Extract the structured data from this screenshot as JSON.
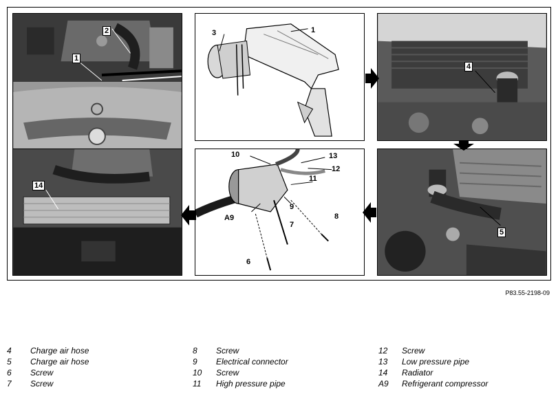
{
  "diagram": {
    "panels": [
      {
        "id": "p1",
        "callouts": [
          "2",
          "1"
        ]
      },
      {
        "id": "p2",
        "callouts": [
          "3",
          "1"
        ]
      },
      {
        "id": "p3",
        "callouts": [
          "4"
        ]
      },
      {
        "id": "p4",
        "callouts": [
          "14"
        ]
      },
      {
        "id": "p5",
        "callouts": [
          "10",
          "13",
          "12",
          "11",
          "A9",
          "9",
          "8",
          "7",
          "6"
        ]
      },
      {
        "id": "p6",
        "callouts": [
          "5"
        ]
      }
    ],
    "reference": "P83.55-2198-09"
  },
  "legend": {
    "columns": [
      [
        {
          "num": "4",
          "label": "Charge air hose"
        },
        {
          "num": "5",
          "label": "Charge air hose"
        },
        {
          "num": "6",
          "label": "Screw"
        },
        {
          "num": "7",
          "label": "Screw"
        }
      ],
      [
        {
          "num": "8",
          "label": "Screw"
        },
        {
          "num": "9",
          "label": "Electrical connector"
        },
        {
          "num": "10",
          "label": "Screw"
        },
        {
          "num": "11",
          "label": "High pressure pipe"
        }
      ],
      [
        {
          "num": "12",
          "label": "Screw"
        },
        {
          "num": "13",
          "label": "Low pressure pipe"
        },
        {
          "num": "14",
          "label": "Radiator"
        },
        {
          "num": "A9",
          "label": "Refrigerant compressor"
        }
      ]
    ]
  },
  "colors": {
    "photo_dark": "#3a3a3a",
    "photo_mid": "#7a7a7a",
    "photo_light": "#b8b8b8",
    "line": "#000000"
  }
}
